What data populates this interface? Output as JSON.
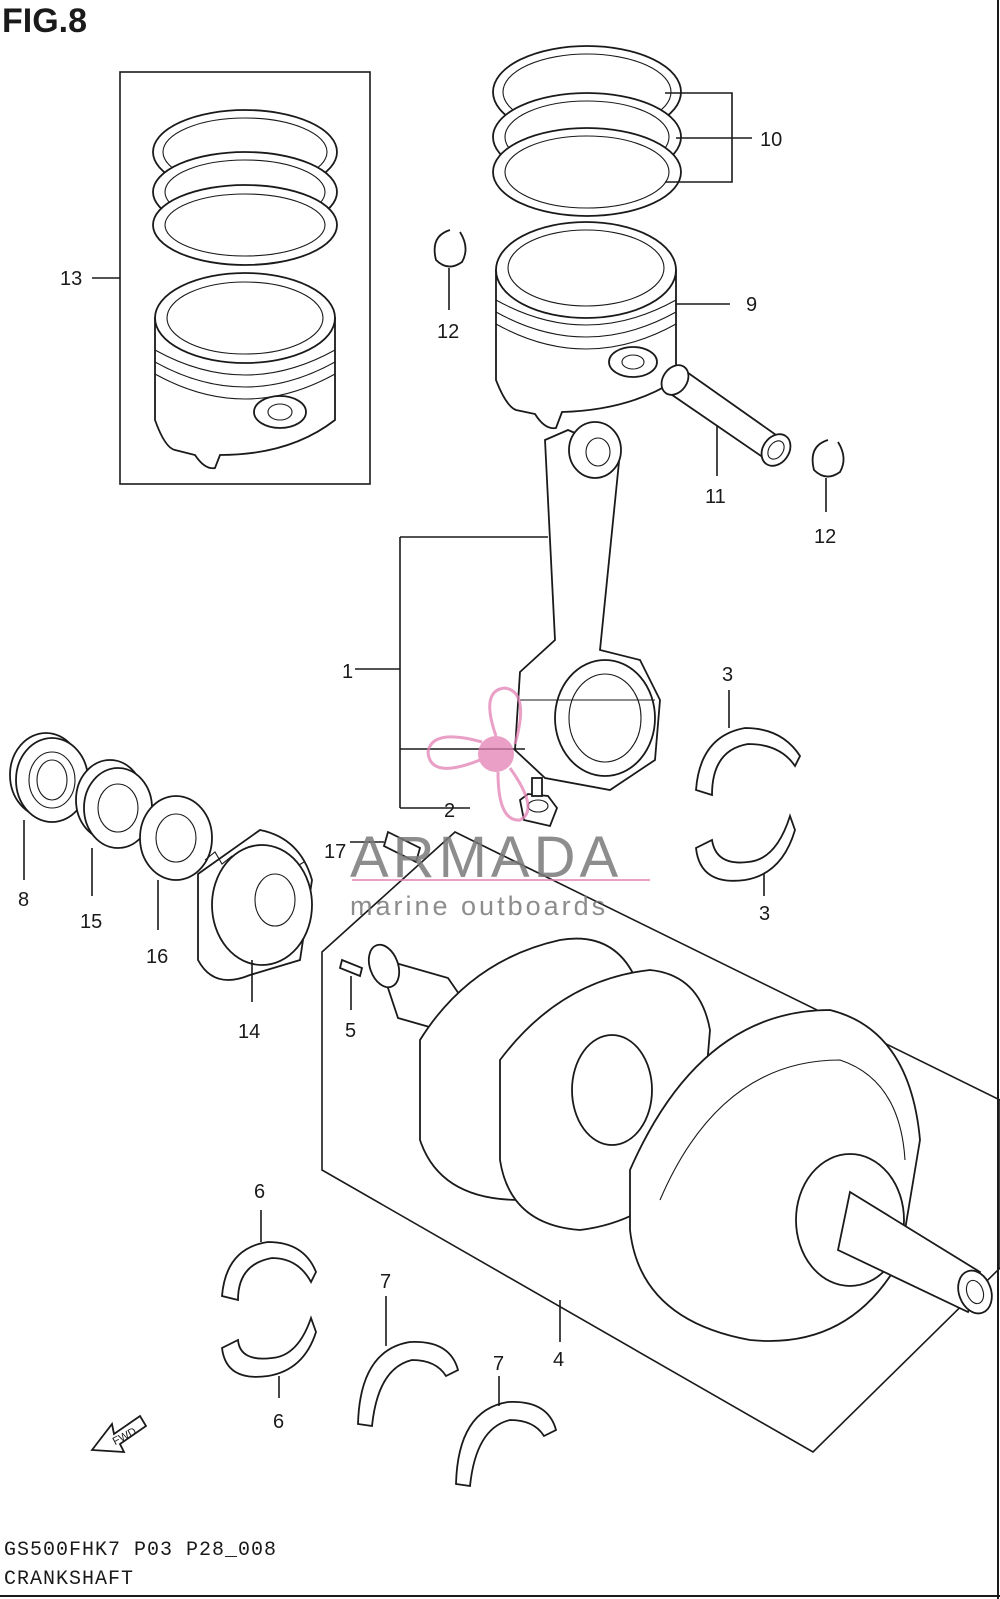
{
  "figure": {
    "title": "FIG.8",
    "code": "GS500FHK7 P03 P28_008",
    "name": "CRANKSHAFT"
  },
  "callouts": {
    "c1": "1",
    "c2": "2",
    "c3a": "3",
    "c3b": "3",
    "c4": "4",
    "c5": "5",
    "c6a": "6",
    "c6b": "6",
    "c7a": "7",
    "c7b": "7",
    "c8": "8",
    "c9": "9",
    "c10": "10",
    "c11": "11",
    "c12a": "12",
    "c12b": "12",
    "c13": "13",
    "c14": "14",
    "c15": "15",
    "c16": "16",
    "c17": "17"
  },
  "direction_arrow": "FWD",
  "watermark": {
    "brand": "ARMADA",
    "tagline": "marine outboards",
    "logo_icon": "propeller-icon",
    "accent_color": "#e27fb3"
  },
  "colors": {
    "line": "#1a1a1a",
    "background": "#ffffff"
  }
}
